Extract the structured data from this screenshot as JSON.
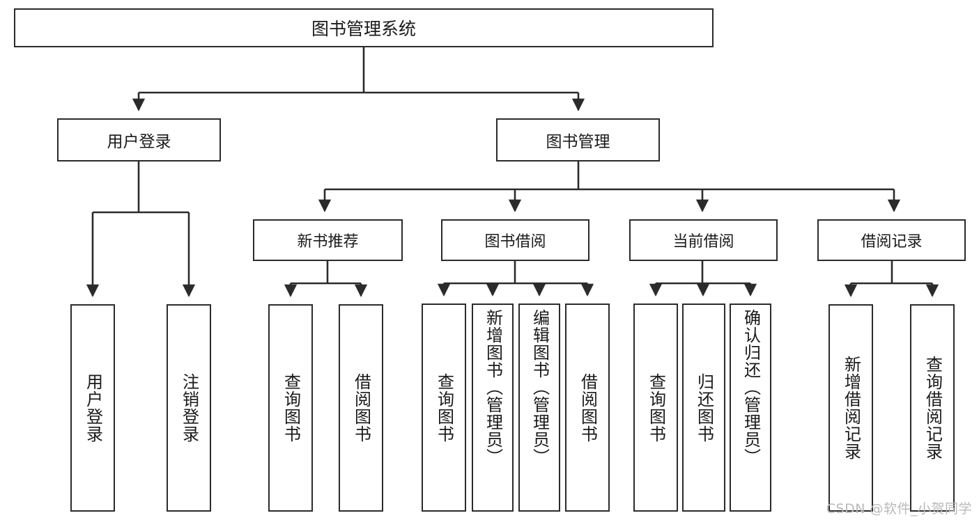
{
  "diagram": {
    "title": "图书管理系统",
    "watermark": "CSDN @软件_小贺同学",
    "root": {
      "label": "图书管理系统"
    },
    "level2": [
      {
        "label": "用户登录"
      },
      {
        "label": "图书管理"
      }
    ],
    "level3": [
      {
        "label": "新书推荐"
      },
      {
        "label": "图书借阅"
      },
      {
        "label": "当前借阅"
      },
      {
        "label": "借阅记录"
      }
    ],
    "leaves": {
      "user_login": [
        {
          "label": "用户登录"
        },
        {
          "label": "注销登录"
        }
      ],
      "new_book_recommend": [
        {
          "label": "查询图书"
        },
        {
          "label": "借阅图书"
        }
      ],
      "book_borrow": [
        {
          "label": "查询图书"
        },
        {
          "label": "新增图书（管理员）"
        },
        {
          "label": "编辑图书（管理员）"
        },
        {
          "label": "借阅图书"
        }
      ],
      "current_borrow": [
        {
          "label": "查询图书"
        },
        {
          "label": "归还图书"
        },
        {
          "label": "确认归还（管理员）"
        }
      ],
      "borrow_record": [
        {
          "label": "新增借阅记录"
        },
        {
          "label": "查询借阅记录"
        }
      ]
    },
    "colors": {
      "stroke": "#2b2b2b",
      "box_fill": "#ffffff",
      "text": "#1a1a1a",
      "watermark": "#b9b9b9"
    }
  }
}
